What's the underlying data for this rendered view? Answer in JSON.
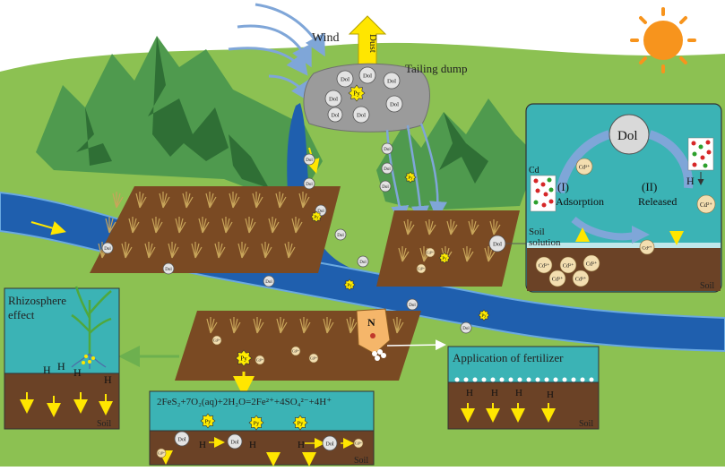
{
  "labels": {
    "wind": "Wind",
    "dust": "Dust",
    "tailing_dump": "Tailing dump",
    "rhizosphere_line1": "Rhizosphere",
    "rhizosphere_line2": "effect",
    "fertilizer": "Application of fertilizer",
    "equation": "2FeS₂+7O₂(aq)+2H₂O=2Fe²⁺+4SO₄²⁻+4H⁺",
    "soil": "Soil",
    "soil_solution_line1": "Soil",
    "soil_solution_line2": "solution",
    "adsorption_num": "(I)",
    "adsorption": "Adsorption",
    "released_num": "(II)",
    "released": "Released",
    "fertilizer_bag": "N",
    "h": "H",
    "cd_left": "Cd"
  },
  "particles": {
    "dol": "Dol",
    "py": "Py",
    "cd": "Cd²⁺"
  },
  "colors": {
    "sky": "#ffffff",
    "grass": "#8cc152",
    "mountain": "#4f9a4e",
    "mountain_dark": "#2f6f35",
    "river": "#1f5fae",
    "river_edge": "#6aa9e0",
    "field": "#7a4a23",
    "water_box": "#3bb3b5",
    "soil_box": "#6b4226",
    "sun": "#f7941d",
    "pyrite": "#ffec00",
    "arrow_yellow": "#ffe600",
    "arrow_blue": "#7fa6d8"
  }
}
